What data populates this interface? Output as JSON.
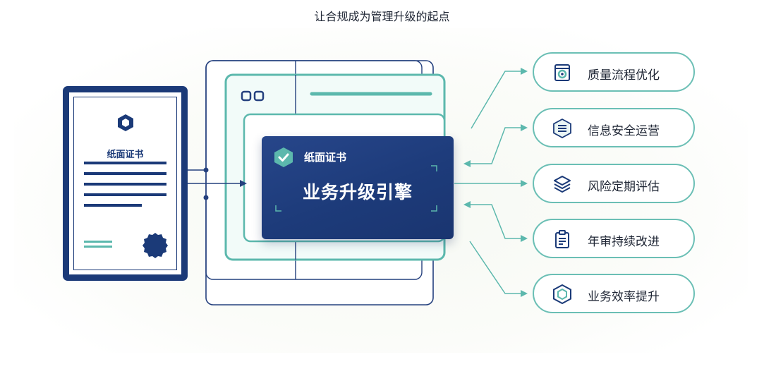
{
  "title": "让合规成为管理升级的起点",
  "certificate": {
    "title": "纸面证书"
  },
  "engine": {
    "subtitle": "纸面证书",
    "title": "业务升级引擎"
  },
  "outcomes": [
    {
      "label": "质量流程优化",
      "icon": "gear-document-icon"
    },
    {
      "label": "信息安全运营",
      "icon": "hexagon-list-icon"
    },
    {
      "label": "风险定期评估",
      "icon": "layers-icon"
    },
    {
      "label": "年审持续改进",
      "icon": "clipboard-icon"
    },
    {
      "label": "业务效率提升",
      "icon": "shield-hexagon-icon"
    }
  ],
  "colors": {
    "navy": "#1b3a78",
    "engine": "#1d3b7a",
    "teal": "#5cb8ad",
    "text": "#1d2433"
  }
}
